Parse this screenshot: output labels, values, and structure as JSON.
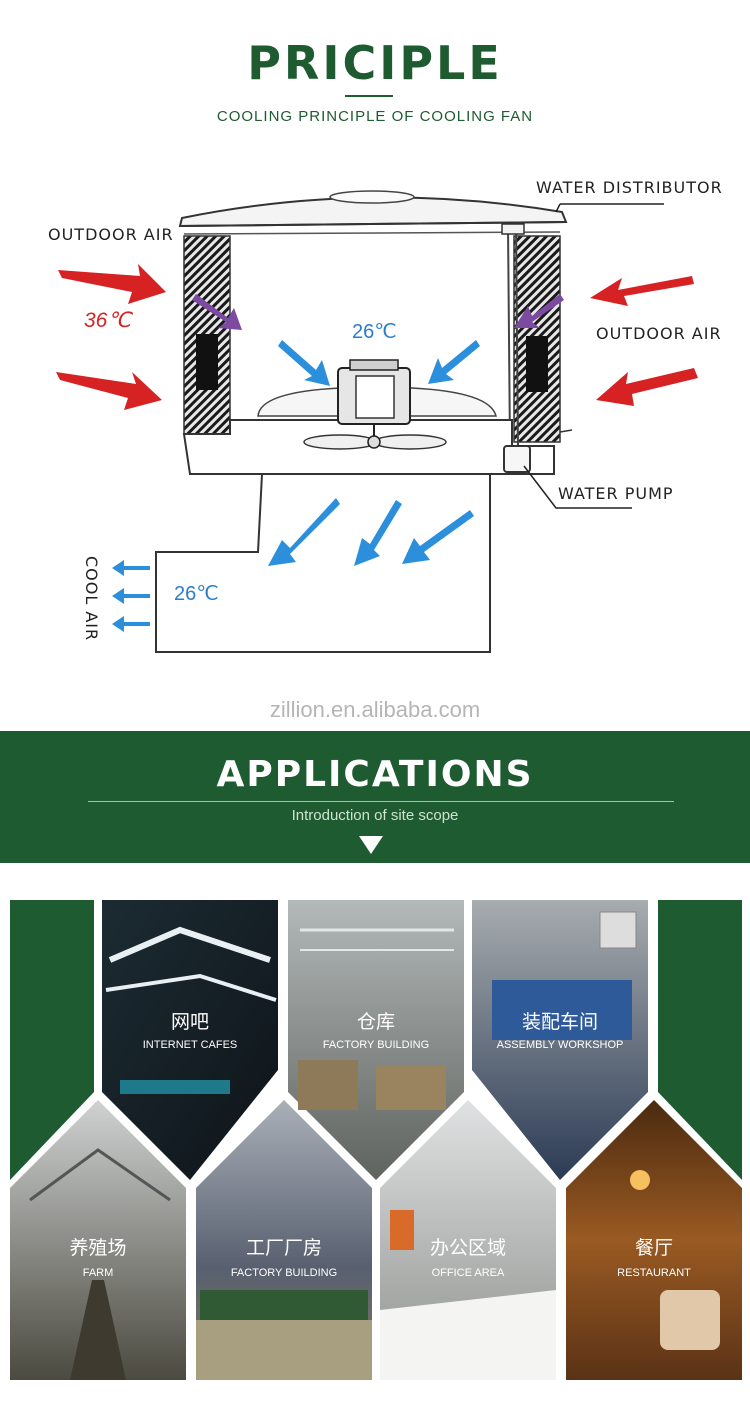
{
  "principle": {
    "title": "PRICIPLE",
    "subtitle": "COOLING PRINCIPLE OF COOLING FAN"
  },
  "diagram": {
    "labels": {
      "water_distributor": "WATER DISTRIBUTOR",
      "outdoor_air_left": "OUTDOOR AIR",
      "outdoor_air_right": "OUTDOOR AIR",
      "water_pump": "WATER PUMP",
      "cool_air": "COOL AIR"
    },
    "temperatures": {
      "outside": "36℃",
      "inside": "26℃",
      "outlet": "26℃"
    },
    "colors": {
      "hot_arrow": "#d62222",
      "cool_arrow": "#2b8fdc"
    }
  },
  "watermark": "zillion.en.alibaba.com",
  "applications": {
    "title": "APPLICATIONS",
    "subtitle": "Introduction of site scope",
    "accent_color": "#1e5b30",
    "tiles": [
      {
        "cn": "网吧",
        "en": "INTERNET CAFES"
      },
      {
        "cn": "仓库",
        "en": "FACTORY BUILDING"
      },
      {
        "cn": "装配车间",
        "en": "ASSEMBLY WORKSHOP"
      },
      {
        "cn": "养殖场",
        "en": "FARM"
      },
      {
        "cn": "工厂厂房",
        "en": "FACTORY BUILDING"
      },
      {
        "cn": "办公区域",
        "en": "OFFICE AREA"
      },
      {
        "cn": "餐厅",
        "en": "RESTAURANT"
      }
    ]
  }
}
